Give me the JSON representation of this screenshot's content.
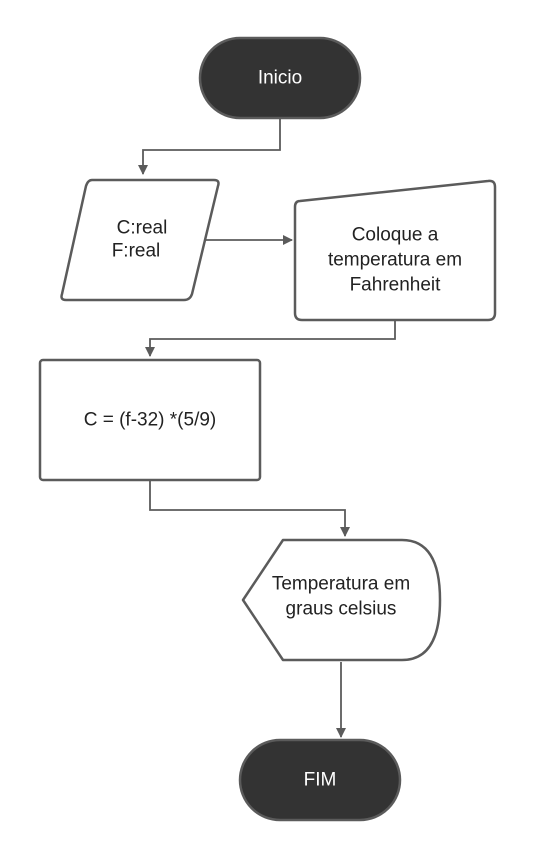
{
  "diagram": {
    "start": {
      "label": "Inicio"
    },
    "declare": {
      "line1": "C:real",
      "line2": "F:real"
    },
    "input": {
      "line1": "Coloque a",
      "line2": "temperatura em",
      "line3": "Fahrenheit"
    },
    "process": {
      "label": "C = (f-32) *(5/9)"
    },
    "display": {
      "line1": "Temperatura em",
      "line2": "graus celsius"
    },
    "end": {
      "label": "FIM"
    }
  },
  "colors": {
    "terminal_fill": "#333333",
    "terminal_text": "#ffffff",
    "shape_stroke": "#5b5b5b",
    "shape_fill": "#ffffff",
    "text": "#222222",
    "connector": "#5b5b5b"
  }
}
